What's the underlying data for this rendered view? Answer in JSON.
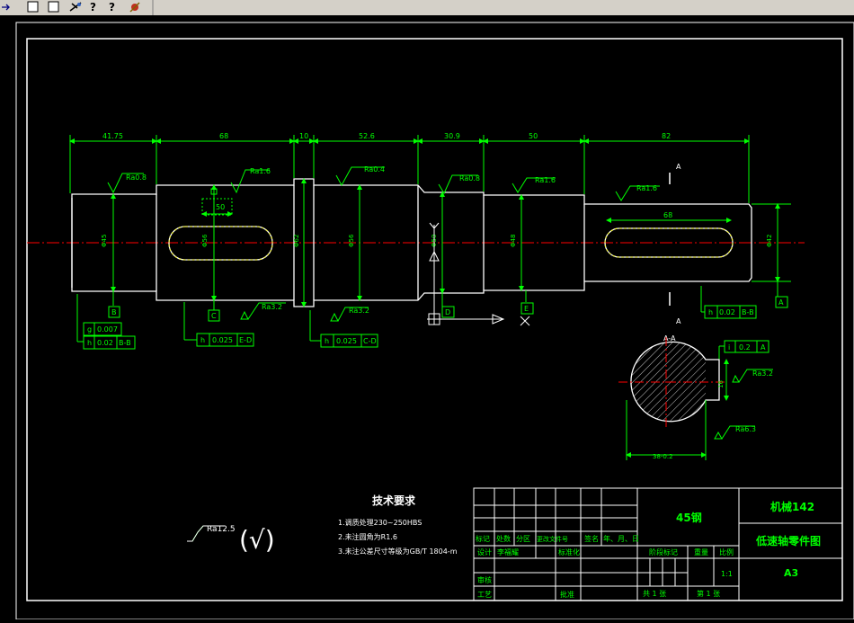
{
  "dims": {
    "d1": "41.75",
    "d2": "68",
    "d3": "10",
    "d4": "52.6",
    "d5": "30.9",
    "d6": "50",
    "d7": "82",
    "key1": "50",
    "key2": "68",
    "section_w": "38-0.2"
  },
  "roughness": {
    "r1": "Ra0.8",
    "r2": "Ra1.6",
    "r3": "Ra0.4",
    "r4": "Ra0.8",
    "r5": "Ra1.6",
    "r6": "Ra1.6",
    "r7": "Ra3.2",
    "r8": "Ra3.2",
    "r9": "Ra3.2",
    "r10": "Ra6.3",
    "general": "Ra12.5"
  },
  "datums": {
    "b": "B",
    "c": "C",
    "d": "D",
    "e": "E",
    "a": "A",
    "a_sec": "A"
  },
  "section_marks": {
    "top": "A",
    "bottom": "A",
    "title": "A-A"
  },
  "tolerances": {
    "f1_sym": "g",
    "f1_val": "0.007",
    "f2_sym": "h",
    "f2_val": "0.02",
    "f2_ref": "B-B",
    "f3_sym": "h",
    "f3_val": "0.025",
    "f3_ref": "E-D",
    "f4_sym": "h",
    "f4_val": "0.025",
    "f4_ref": "C-D",
    "f5_sym": "h",
    "f5_val": "0.02",
    "f5_ref": "B-B",
    "f6_sym": "i",
    "f6_val": "0.2",
    "f6_ref": "A"
  },
  "notes": {
    "title": "技术要求",
    "items": [
      "1.调质处理230~250HBS",
      "2.未注圆角为R1.6",
      "3.未注公差尺寸等级为GB/T 1804-m"
    ]
  },
  "title_block": {
    "material": "45钢",
    "org": "机械142",
    "drawing_name": "低速轴零件图",
    "sheet_size": "A3",
    "hdr_labels": [
      "标记",
      "处数",
      "分区",
      "更改文件号",
      "签名",
      "年、月、日"
    ],
    "design_label": "设计",
    "designer": "李福耀",
    "std_label": "标准化",
    "check_label": "审核",
    "process_label": "工艺",
    "approve_label": "批准",
    "stage_label": "阶段标记",
    "weight_label": "重量",
    "scale_label": "比例",
    "scale": "1:1",
    "sheets_total": "共  1  张",
    "sheet_no": "第  1  张"
  },
  "colors": {
    "green": "#00ff00",
    "white": "#ffffff",
    "red": "#ff0000",
    "yellow": "#ffff00",
    "cyan": "#00ffff",
    "blue": "#4060ff",
    "bg": "#000000"
  },
  "icons": [
    "arrow-cursor-icon",
    "rectangle-icon",
    "rectangle-icon",
    "edit-icon",
    "help-icon",
    "help-icon",
    "tools-icon"
  ]
}
